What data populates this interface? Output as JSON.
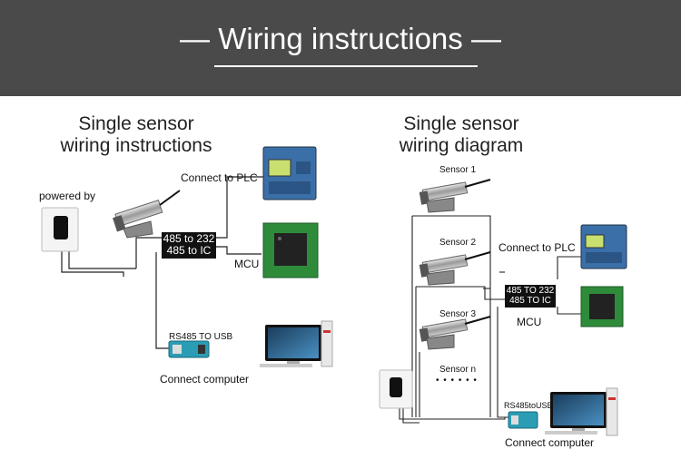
{
  "header": {
    "title": "Wiring instructions"
  },
  "left": {
    "title_line1": "Single sensor",
    "title_line2": "wiring instructions",
    "powered_by": "powered by",
    "converter_line1": "485 to 232",
    "converter_line2": "485 to IC",
    "connect_plc": "Connect to PLC",
    "mcu": "MCU",
    "rs485_usb": "RS485 TO USB",
    "connect_computer": "Connect computer"
  },
  "right": {
    "title_line1": "Single sensor",
    "title_line2": "wiring diagram",
    "sensor1": "Sensor 1",
    "sensor2": "Sensor 2",
    "sensor3": "Sensor 3",
    "sensorn": "Sensor n",
    "dots": "• • • • • •",
    "connect_plc": "Connect to PLC",
    "converter_line1": "485 TO 232",
    "converter_line2": "485 TO IC",
    "mcu": "MCU",
    "rs485_usb": "RS485toUSB",
    "connect_computer": "Connect computer"
  },
  "colors": {
    "header_bg": "#4a4a4a",
    "plc_blue": "#3b6fa8",
    "pcb_green": "#2e8b3a",
    "usb_teal": "#2a9db5"
  }
}
